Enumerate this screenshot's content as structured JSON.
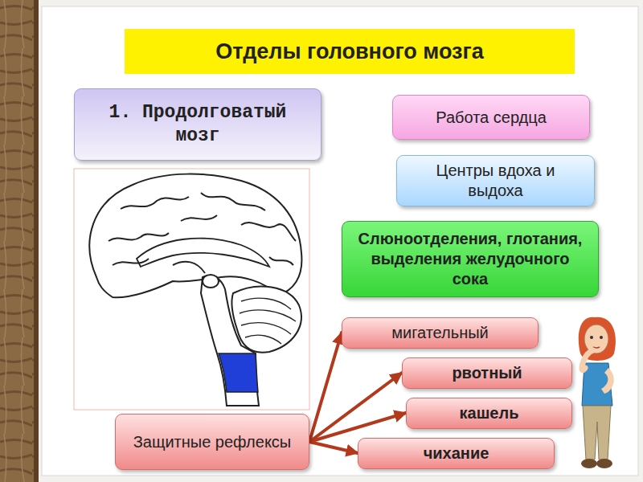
{
  "diagram": {
    "title": "Отделы головного мозга",
    "nodes": [
      {
        "text": [
          "1. Продолговатый мозг"
        ]
      },
      {
        "text": [
          "Работа сердца"
        ]
      },
      {
        "text": [
          "Центры вдоха и выдоха"
        ]
      },
      {
        "text": [
          "Слюноотделения, глотания, выделения желудочного сока"
        ]
      },
      {
        "text": [
          "Защитные рефлексы"
        ]
      },
      {
        "text": [
          "мигательный"
        ]
      },
      {
        "text": [
          "рвотный"
        ]
      },
      {
        "text": [
          "кашель"
        ]
      },
      {
        "text": [
          "чихание"
        ]
      }
    ],
    "edges": [
      {
        "from": 4,
        "to": 5,
        "arrow": "to"
      },
      {
        "from": 4,
        "to": 6,
        "arrow": "to"
      },
      {
        "from": 4,
        "to": 7,
        "arrow": "to"
      },
      {
        "from": 4,
        "to": 8,
        "arrow": "to"
      }
    ]
  }
}
